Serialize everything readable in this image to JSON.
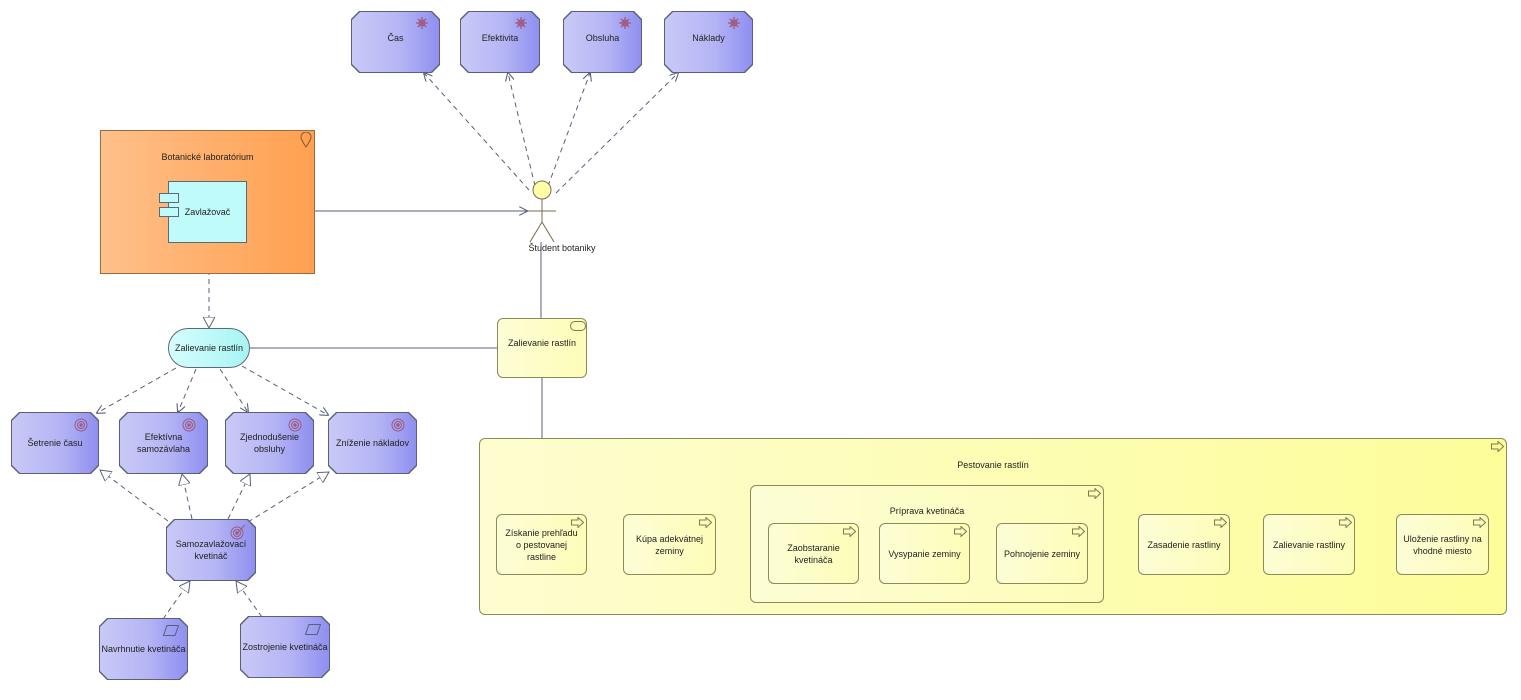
{
  "drivers": {
    "cas": "Čas",
    "efektivita": "Efektivita",
    "obsluha": "Obsluha",
    "naklady": "Náklady"
  },
  "location": {
    "label": "Botanické laboratórium"
  },
  "component": {
    "label": "Zavlažovač"
  },
  "actor": {
    "label": "Študent botaniky"
  },
  "app_service": {
    "label": "Zalievanie rastlín"
  },
  "business_service": {
    "label": "Zalievanie rastlín"
  },
  "goals": {
    "setrenie": "Šetrenie času",
    "efektivna": "Efektívna samozávlaha",
    "zjednodusenie": "Zjednodušenie obsluhy",
    "znizenie": "Zníženie nákladov"
  },
  "deliverable": {
    "label": "Samozavlažovací kvetináč"
  },
  "work_packages": {
    "navrhnutie": "Navrhnutie kvetináča",
    "zostrojenie": "Zostrojenie kvetináča"
  },
  "process_main": {
    "title": "Pestovanie rastlín",
    "ziskanie": "Získanie prehľadu o pestovanej rastline",
    "kupa": "Kúpa adekvátnej zeminy",
    "priprava": {
      "title": "Príprava kvetináča",
      "zaobstaranie": "Zaobstaranie kvetináča",
      "vysypanie": "Vysypanie zeminy",
      "pohnojenie": "Pohnojenie zeminy"
    },
    "zasadenie": "Zasadenie rastliny",
    "zalievanie": "Zalievanie rastliny",
    "ulozenie": "Uloženie rastliny na vhodné miesto"
  },
  "colors": {
    "driver_purple": "#b5b5f5",
    "location_orange": "#ffb270",
    "app_cyan": "#bffbfb",
    "business_yellow": "#fdfdb0",
    "line": "#5a5f7a"
  }
}
